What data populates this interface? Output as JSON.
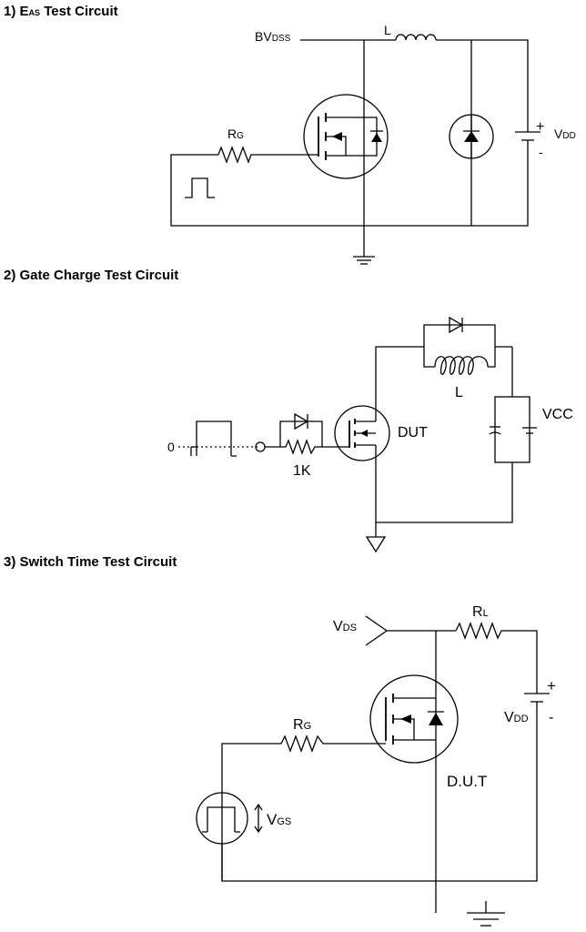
{
  "sections": [
    {
      "title_num": "1)",
      "title_e": "E",
      "title_sub": "AS",
      "title_rest": "Test Circuit",
      "labels": {
        "bv": "BV",
        "bv_sub": "DSS",
        "inductor": "L",
        "rg": "R",
        "rg_sub": "G",
        "vdd_plus": "+",
        "vdd": "V",
        "vdd_sub": "DD",
        "vdd_minus": "-"
      }
    },
    {
      "title": "2) Gate Charge Test Circuit",
      "labels": {
        "zero": "0",
        "resistor": "1K",
        "dut": "DUT",
        "inductor": "L",
        "vcc": "VCC"
      }
    },
    {
      "title": "3) Switch Time Test Circuit",
      "labels": {
        "vds": "V",
        "vds_sub": "DS",
        "rl": "R",
        "rl_sub": "L",
        "rg": "R",
        "rg_sub": "G",
        "vdd_plus": "+",
        "vdd": "V",
        "vdd_sub": "DD",
        "vdd_minus": "-",
        "dut": "D.U.T",
        "vgs": "V",
        "vgs_sub": "GS"
      }
    }
  ]
}
